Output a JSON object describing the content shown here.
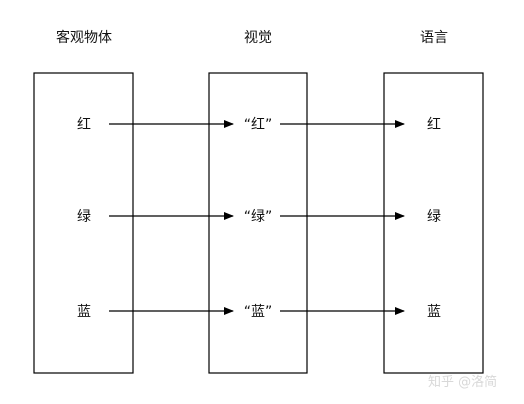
{
  "columns": [
    {
      "title": "客观物体",
      "items": [
        "红",
        "绿",
        "蓝"
      ]
    },
    {
      "title": "视觉",
      "items": [
        "“红”",
        "“绿”",
        "“蓝”"
      ]
    },
    {
      "title": "语言",
      "items": [
        "红",
        "绿",
        "蓝"
      ]
    }
  ],
  "watermark": "知乎 @洛简",
  "colors": {
    "stroke": "#000000",
    "text": "#111111",
    "background": "#ffffff",
    "watermark": "#d8d8d8"
  }
}
